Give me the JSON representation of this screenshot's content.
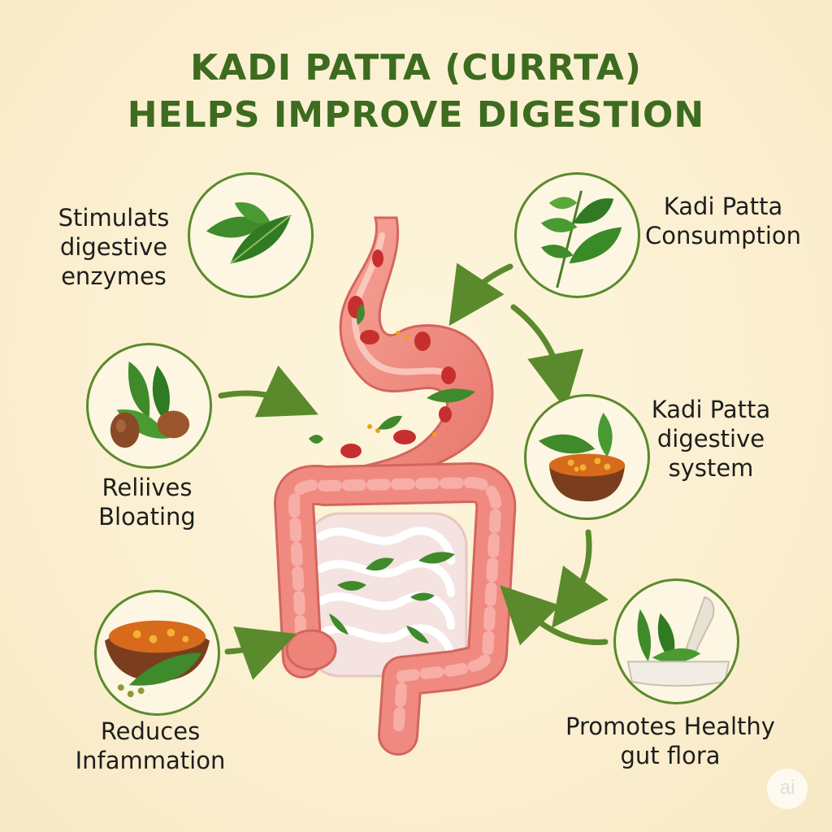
{
  "title": {
    "line1": "KADI PATTA (CURRTA)",
    "line2": "HELPS IMPROVE DIGESTION"
  },
  "labels": {
    "stimulates": [
      "Stimulats",
      "digestive",
      "enzymes"
    ],
    "consumption": [
      "Kadi Patta",
      "Consumption"
    ],
    "relieves": [
      "Reliives",
      "Bloating"
    ],
    "digestive_system": [
      "Kadi Patta",
      "digestive",
      "system"
    ],
    "reduces": [
      "Reduces",
      "Infammation"
    ],
    "promotes": [
      "Promotes Healthy",
      "gut flora"
    ]
  },
  "icons": {
    "stimulates": "curry-leaves-icon",
    "consumption": "curry-leaf-sprig-icon",
    "relieves": "leaves-and-nuts-icon",
    "digestive_system": "curry-bowl-icon",
    "reduces": "spice-bowl-icon",
    "promotes": "mortar-and-leaves-icon"
  },
  "colors": {
    "title": "#3d6b1f",
    "accent_green": "#5a8a2c",
    "leaf": "#3f8a2a",
    "organ": "#f08a80",
    "background": "#fbefd0"
  },
  "watermark": "ai"
}
